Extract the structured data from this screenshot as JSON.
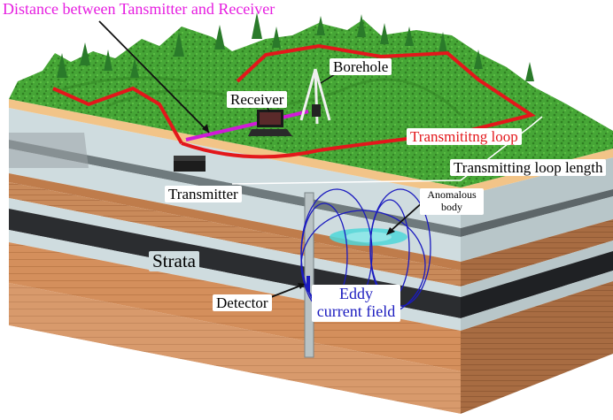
{
  "labels": {
    "title": "Distance between Tansmitter and Receiver",
    "borehole": "Borehole",
    "receiver": "Receiver",
    "transmitting_loop": "Transmititng loop",
    "transmitting_loop_length": "Transmitting loop length",
    "transmitter": "Transmitter",
    "anomalous_body": "Anomalous body",
    "strata": "Strata",
    "detector": "Detector",
    "eddy_current_field": "Eddy current field"
  },
  "colors": {
    "title": "#e61ee0",
    "distance_line": "#d01ad8",
    "transmitting_loop": "#e3171b",
    "eddy_current": "#1b1bbf",
    "ground_green": "#3f9a2f",
    "soil_orange": "#c98a5a",
    "stratum_light": "#cfdcdf",
    "stratum_dark": "#2b2d30",
    "surface_top": "#f2c488",
    "anomaly": "#4fd7d9"
  }
}
